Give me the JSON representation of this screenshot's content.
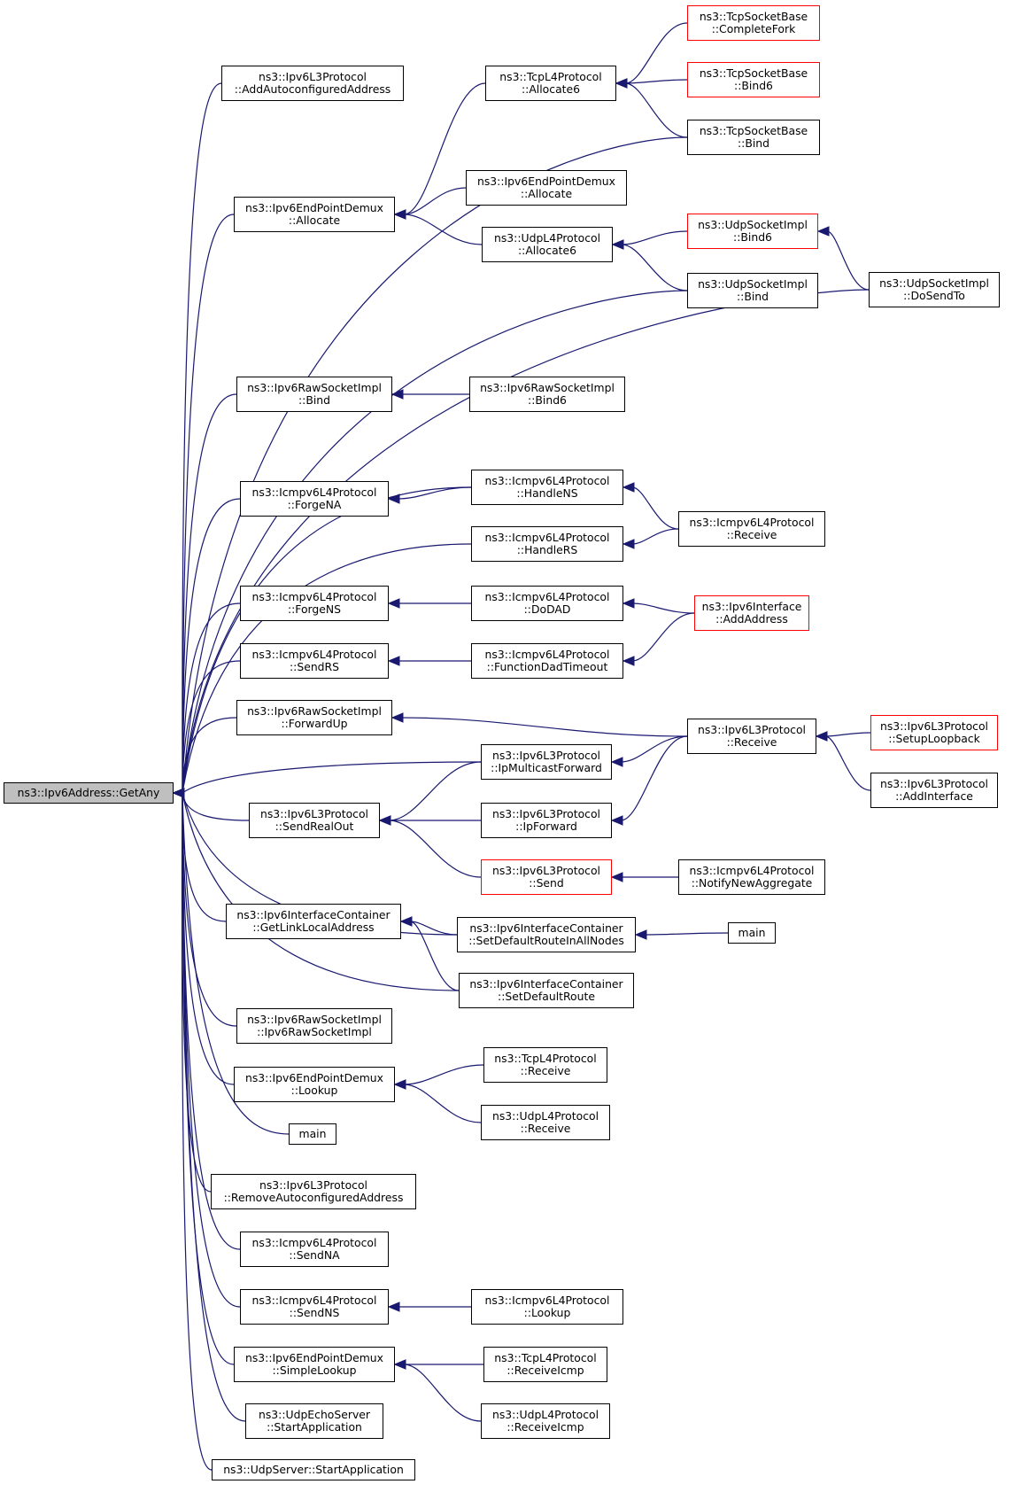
{
  "nodes": [
    {
      "id": "root",
      "lines": [
        "ns3::Ipv6Address::GetAny"
      ],
      "style": "root"
    },
    {
      "id": "n_addauto",
      "lines": [
        "ns3::Ipv6L3Protocol",
        "::AddAutoconfiguredAddress"
      ]
    },
    {
      "id": "n_epd_alloc",
      "lines": [
        "ns3::Ipv6EndPointDemux",
        "::Allocate"
      ]
    },
    {
      "id": "n_raw_bind",
      "lines": [
        "ns3::Ipv6RawSocketImpl",
        "::Bind"
      ]
    },
    {
      "id": "n_forgena",
      "lines": [
        "ns3::Icmpv6L4Protocol",
        "::ForgeNA"
      ]
    },
    {
      "id": "n_forgens",
      "lines": [
        "ns3::Icmpv6L4Protocol",
        "::ForgeNS"
      ]
    },
    {
      "id": "n_sendrs",
      "lines": [
        "ns3::Icmpv6L4Protocol",
        "::SendRS"
      ]
    },
    {
      "id": "n_fwdup",
      "lines": [
        "ns3::Ipv6RawSocketImpl",
        "::ForwardUp"
      ]
    },
    {
      "id": "n_sendrealout",
      "lines": [
        "ns3::Ipv6L3Protocol",
        "::SendRealOut"
      ]
    },
    {
      "id": "n_getlinklocal",
      "lines": [
        "ns3::Ipv6InterfaceContainer",
        "::GetLinkLocalAddress"
      ]
    },
    {
      "id": "n_rawctor",
      "lines": [
        "ns3::Ipv6RawSocketImpl",
        "::Ipv6RawSocketImpl"
      ]
    },
    {
      "id": "n_epd_lookup",
      "lines": [
        "ns3::Ipv6EndPointDemux",
        "::Lookup"
      ]
    },
    {
      "id": "n_main1",
      "lines": [
        "main"
      ]
    },
    {
      "id": "n_removeauto",
      "lines": [
        "ns3::Ipv6L3Protocol",
        "::RemoveAutoconfiguredAddress"
      ]
    },
    {
      "id": "n_sendna",
      "lines": [
        "ns3::Icmpv6L4Protocol",
        "::SendNA"
      ]
    },
    {
      "id": "n_sendns",
      "lines": [
        "ns3::Icmpv6L4Protocol",
        "::SendNS"
      ]
    },
    {
      "id": "n_epd_simple",
      "lines": [
        "ns3::Ipv6EndPointDemux",
        "::SimpleLookup"
      ]
    },
    {
      "id": "n_udpecho",
      "lines": [
        "ns3::UdpEchoServer",
        "::StartApplication"
      ]
    },
    {
      "id": "n_udpserver",
      "lines": [
        "ns3::UdpServer::StartApplication"
      ]
    },
    {
      "id": "n_tcp_alloc6",
      "lines": [
        "ns3::TcpL4Protocol",
        "::Allocate6"
      ]
    },
    {
      "id": "n_epd_alloc2",
      "lines": [
        "ns3::Ipv6EndPointDemux",
        "::Allocate"
      ]
    },
    {
      "id": "n_udp_alloc6",
      "lines": [
        "ns3::UdpL4Protocol",
        "::Allocate6"
      ]
    },
    {
      "id": "n_raw_bind6",
      "lines": [
        "ns3::Ipv6RawSocketImpl",
        "::Bind6"
      ]
    },
    {
      "id": "n_handlens",
      "lines": [
        "ns3::Icmpv6L4Protocol",
        "::HandleNS"
      ]
    },
    {
      "id": "n_handlers",
      "lines": [
        "ns3::Icmpv6L4Protocol",
        "::HandleRS"
      ]
    },
    {
      "id": "n_dodad",
      "lines": [
        "ns3::Icmpv6L4Protocol",
        "::DoDAD"
      ]
    },
    {
      "id": "n_fdadto",
      "lines": [
        "ns3::Icmpv6L4Protocol",
        "::FunctionDadTimeout"
      ]
    },
    {
      "id": "n_ipmcast",
      "lines": [
        "ns3::Ipv6L3Protocol",
        "::IpMulticastForward"
      ]
    },
    {
      "id": "n_ipfwd",
      "lines": [
        "ns3::Ipv6L3Protocol",
        "::IpForward"
      ]
    },
    {
      "id": "n_l3send",
      "lines": [
        "ns3::Ipv6L3Protocol",
        "::Send"
      ],
      "style": "red"
    },
    {
      "id": "n_setdefall",
      "lines": [
        "ns3::Ipv6InterfaceContainer",
        "::SetDefaultRouteInAllNodes"
      ]
    },
    {
      "id": "n_setdef",
      "lines": [
        "ns3::Ipv6InterfaceContainer",
        "::SetDefaultRoute"
      ]
    },
    {
      "id": "n_tcp_recv",
      "lines": [
        "ns3::TcpL4Protocol",
        "::Receive"
      ]
    },
    {
      "id": "n_udp_recv",
      "lines": [
        "ns3::UdpL4Protocol",
        "::Receive"
      ]
    },
    {
      "id": "n_icmp_lookup",
      "lines": [
        "ns3::Icmpv6L4Protocol",
        "::Lookup"
      ]
    },
    {
      "id": "n_tcp_recvicmp",
      "lines": [
        "ns3::TcpL4Protocol",
        "::ReceiveIcmp"
      ]
    },
    {
      "id": "n_udp_recvicmp",
      "lines": [
        "ns3::UdpL4Protocol",
        "::ReceiveIcmp"
      ]
    },
    {
      "id": "n_tsb_fork",
      "lines": [
        "ns3::TcpSocketBase",
        "::CompleteFork"
      ],
      "style": "red"
    },
    {
      "id": "n_tsb_bind6",
      "lines": [
        "ns3::TcpSocketBase",
        "::Bind6"
      ],
      "style": "red"
    },
    {
      "id": "n_tsb_bind",
      "lines": [
        "ns3::TcpSocketBase",
        "::Bind"
      ]
    },
    {
      "id": "n_usi_bind6",
      "lines": [
        "ns3::UdpSocketImpl",
        "::Bind6"
      ],
      "style": "red"
    },
    {
      "id": "n_usi_bind",
      "lines": [
        "ns3::UdpSocketImpl",
        "::Bind"
      ]
    },
    {
      "id": "n_icmp_recv",
      "lines": [
        "ns3::Icmpv6L4Protocol",
        "::Receive"
      ]
    },
    {
      "id": "n_if_addaddr",
      "lines": [
        "ns3::Ipv6Interface",
        "::AddAddress"
      ],
      "style": "red"
    },
    {
      "id": "n_l3_recv",
      "lines": [
        "ns3::Ipv6L3Protocol",
        "::Receive"
      ]
    },
    {
      "id": "n_notifyagg",
      "lines": [
        "ns3::Icmpv6L4Protocol",
        "::NotifyNewAggregate"
      ]
    },
    {
      "id": "n_main2",
      "lines": [
        "main"
      ]
    },
    {
      "id": "n_usi_dosendto",
      "lines": [
        "ns3::UdpSocketImpl",
        "::DoSendTo"
      ]
    },
    {
      "id": "n_setuploop",
      "lines": [
        "ns3::Ipv6L3Protocol",
        "::SetupLoopback"
      ],
      "style": "red"
    },
    {
      "id": "n_addif",
      "lines": [
        "ns3::Ipv6L3Protocol",
        "::AddInterface"
      ]
    }
  ],
  "edges": [
    [
      "n_addauto",
      "root"
    ],
    [
      "n_epd_alloc",
      "root"
    ],
    [
      "n_raw_bind",
      "root"
    ],
    [
      "n_forgena",
      "root"
    ],
    [
      "n_forgens",
      "root"
    ],
    [
      "n_sendrs",
      "root"
    ],
    [
      "n_fwdup",
      "root"
    ],
    [
      "n_sendrealout",
      "root"
    ],
    [
      "n_getlinklocal",
      "root"
    ],
    [
      "n_rawctor",
      "root"
    ],
    [
      "n_epd_lookup",
      "root"
    ],
    [
      "n_main1",
      "root"
    ],
    [
      "n_removeauto",
      "root"
    ],
    [
      "n_sendna",
      "root"
    ],
    [
      "n_sendns",
      "root"
    ],
    [
      "n_epd_simple",
      "root"
    ],
    [
      "n_udpecho",
      "root"
    ],
    [
      "n_udpserver",
      "root"
    ],
    [
      "n_tsb_bind",
      "root"
    ],
    [
      "n_usi_bind",
      "root"
    ],
    [
      "n_usi_dosendto",
      "root"
    ],
    [
      "n_handlens",
      "root"
    ],
    [
      "n_handlers",
      "root"
    ],
    [
      "n_ipmcast",
      "root"
    ],
    [
      "n_setdefall",
      "root"
    ],
    [
      "n_setdef",
      "root"
    ],
    [
      "n_tcp_alloc6",
      "n_epd_alloc"
    ],
    [
      "n_epd_alloc2",
      "n_epd_alloc"
    ],
    [
      "n_udp_alloc6",
      "n_epd_alloc"
    ],
    [
      "n_tsb_fork",
      "n_tcp_alloc6"
    ],
    [
      "n_tsb_bind6",
      "n_tcp_alloc6"
    ],
    [
      "n_tsb_bind",
      "n_tcp_alloc6"
    ],
    [
      "n_usi_bind6",
      "n_udp_alloc6"
    ],
    [
      "n_usi_bind",
      "n_udp_alloc6"
    ],
    [
      "n_usi_dosendto",
      "n_usi_bind6"
    ],
    [
      "n_raw_bind6",
      "n_raw_bind"
    ],
    [
      "n_handlens",
      "n_forgena"
    ],
    [
      "n_icmp_recv",
      "n_handlens"
    ],
    [
      "n_icmp_recv",
      "n_handlers"
    ],
    [
      "n_dodad",
      "n_forgens"
    ],
    [
      "n_if_addaddr",
      "n_dodad"
    ],
    [
      "n_if_addaddr",
      "n_fdadto"
    ],
    [
      "n_fdadto",
      "n_sendrs"
    ],
    [
      "n_l3_recv",
      "n_fwdup"
    ],
    [
      "n_l3_recv",
      "n_ipmcast"
    ],
    [
      "n_l3_recv",
      "n_ipfwd"
    ],
    [
      "n_setuploop",
      "n_l3_recv"
    ],
    [
      "n_addif",
      "n_l3_recv"
    ],
    [
      "n_ipmcast",
      "n_sendrealout"
    ],
    [
      "n_ipfwd",
      "n_sendrealout"
    ],
    [
      "n_l3send",
      "n_sendrealout"
    ],
    [
      "n_notifyagg",
      "n_l3send"
    ],
    [
      "n_setdefall",
      "n_getlinklocal"
    ],
    [
      "n_setdef",
      "n_getlinklocal"
    ],
    [
      "n_main2",
      "n_setdefall"
    ],
    [
      "n_tcp_recv",
      "n_epd_lookup"
    ],
    [
      "n_udp_recv",
      "n_epd_lookup"
    ],
    [
      "n_icmp_lookup",
      "n_sendns"
    ],
    [
      "n_tcp_recvicmp",
      "n_epd_simple"
    ],
    [
      "n_udp_recvicmp",
      "n_epd_simple"
    ]
  ],
  "colors": {
    "edge": "#191970",
    "node_border": "#000000",
    "highlight_border": "#ff0000",
    "root_fill": "#bfbfbf"
  }
}
